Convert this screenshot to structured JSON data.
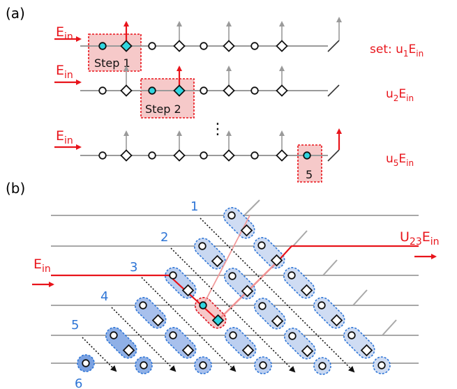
{
  "panel_a": {
    "label": "(a)",
    "input_label_main": "E",
    "input_label_sub": "in",
    "rows": [
      {
        "set_prefix": "set: ",
        "coef_main": "u",
        "coef_sub": "1",
        "e_main": "E",
        "e_sub": "in",
        "step_label": "Step 1"
      },
      {
        "set_prefix": "",
        "coef_main": "u",
        "coef_sub": "2",
        "e_main": "E",
        "e_sub": "in",
        "step_label": "Step 2"
      },
      {
        "set_prefix": "",
        "coef_main": "u",
        "coef_sub": "5",
        "e_main": "E",
        "e_sub": "in",
        "step_label": "5"
      }
    ],
    "ellipsis": "⋮"
  },
  "panel_b": {
    "label": "(b)",
    "input_label_main": "E",
    "input_label_sub": "in",
    "output_label_main": "U",
    "output_label_sub": "23",
    "output_label_e": "E",
    "output_label_esub": "in",
    "diagonal_labels": [
      "1",
      "2",
      "3",
      "4",
      "5",
      "6"
    ]
  },
  "colors": {
    "red": "#e8141b",
    "blue": "#2e75d6",
    "cyan": "#2fd6e0",
    "gray": "#a0a0a0",
    "pink_fill": "#f6c9c9",
    "blue_fill_dark": "#8fb0e6",
    "blue_fill_light": "#dde7f6"
  }
}
